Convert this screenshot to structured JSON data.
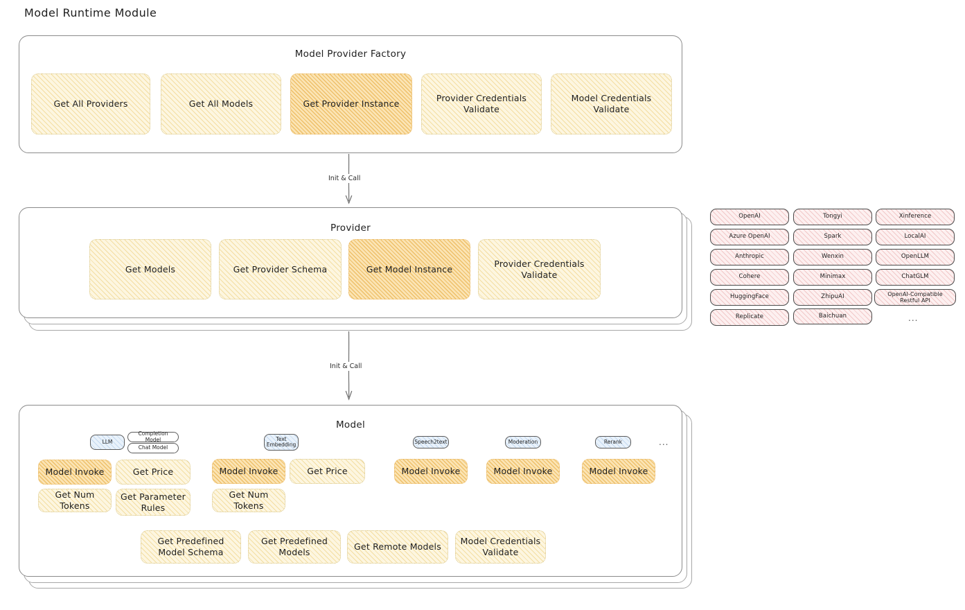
{
  "page": {
    "title": "Model Runtime Module"
  },
  "diagram": {
    "type": "architecture-block-diagram",
    "style": "hand-drawn",
    "layers": [
      {
        "id": "model-provider-factory",
        "title": "Model Provider Factory",
        "nodes": [
          {
            "label": "Get All Providers",
            "highlighted": false
          },
          {
            "label": "Get All Models",
            "highlighted": false
          },
          {
            "label": "Get Provider Instance",
            "highlighted": true
          },
          {
            "label": "Provider Credentials Validate",
            "highlighted": false
          },
          {
            "label": "Model Credentials Validate",
            "highlighted": false
          }
        ]
      },
      {
        "id": "provider",
        "title": "Provider",
        "stacked": true,
        "nodes": [
          {
            "label": "Get Models",
            "highlighted": false
          },
          {
            "label": "Get Provider Schema",
            "highlighted": false
          },
          {
            "label": "Get Model Instance",
            "highlighted": true
          },
          {
            "label": "Provider Credentials Validate",
            "highlighted": false
          }
        ]
      },
      {
        "id": "model",
        "title": "Model",
        "stacked": true
      }
    ],
    "arrows": [
      {
        "from": "model-provider-factory",
        "to": "provider",
        "label": "Init & Call"
      },
      {
        "from": "provider",
        "to": "model",
        "label": "Init & Call"
      }
    ]
  },
  "model_types": [
    {
      "badge": "LLM",
      "badge_style": "blue",
      "sub_badges": [
        "Completion Model",
        "Chat Model"
      ],
      "methods": [
        {
          "label": "Model Invoke",
          "highlighted": true
        },
        {
          "label": "Get Price",
          "highlighted": false
        },
        {
          "label": "Get Num Tokens",
          "highlighted": false
        },
        {
          "label": "Get Parameter Rules",
          "highlighted": false
        }
      ]
    },
    {
      "badge": "Text Embedding",
      "badge_style": "blue",
      "sub_badges": [],
      "methods": [
        {
          "label": "Model Invoke",
          "highlighted": true
        },
        {
          "label": "Get Price",
          "highlighted": false
        },
        {
          "label": "Get Num Tokens",
          "highlighted": false
        }
      ]
    },
    {
      "badge": "Speech2text",
      "badge_style": "blue",
      "sub_badges": [],
      "methods": [
        {
          "label": "Model Invoke",
          "highlighted": true
        }
      ]
    },
    {
      "badge": "Moderation",
      "badge_style": "blue",
      "sub_badges": [],
      "methods": [
        {
          "label": "Model Invoke",
          "highlighted": true
        }
      ]
    },
    {
      "badge": "Rerank",
      "badge_style": "blue",
      "sub_badges": [],
      "methods": [
        {
          "label": "Model Invoke",
          "highlighted": true
        }
      ]
    }
  ],
  "model_types_more": "...",
  "model_common_methods": [
    {
      "label": "Get Predefined Model Schema"
    },
    {
      "label": "Get Predefined Models"
    },
    {
      "label": "Get Remote Models"
    },
    {
      "label": "Model Credentials Validate"
    }
  ],
  "provider_list": {
    "columns": [
      [
        "OpenAI",
        "Azure OpenAI",
        "Anthropic",
        "Cohere",
        "HuggingFace",
        "Replicate"
      ],
      [
        "Tongyi",
        "Spark",
        "Wenxin",
        "Minimax",
        "ZhipuAI",
        "Baichuan"
      ],
      [
        "Xinference",
        "LocalAI",
        "OpenLLM",
        "ChatGLM",
        "OpenAI-Compatible Restful API"
      ]
    ],
    "more": "..."
  },
  "colors": {
    "highlight_orange": "#fbe4b4",
    "node_yellow": "#fdf6e0",
    "provider_pink": "#fdf0f0",
    "badge_blue": "#e9f2fb",
    "stroke": "#8a8a8a",
    "text": "#1e1e1e"
  }
}
